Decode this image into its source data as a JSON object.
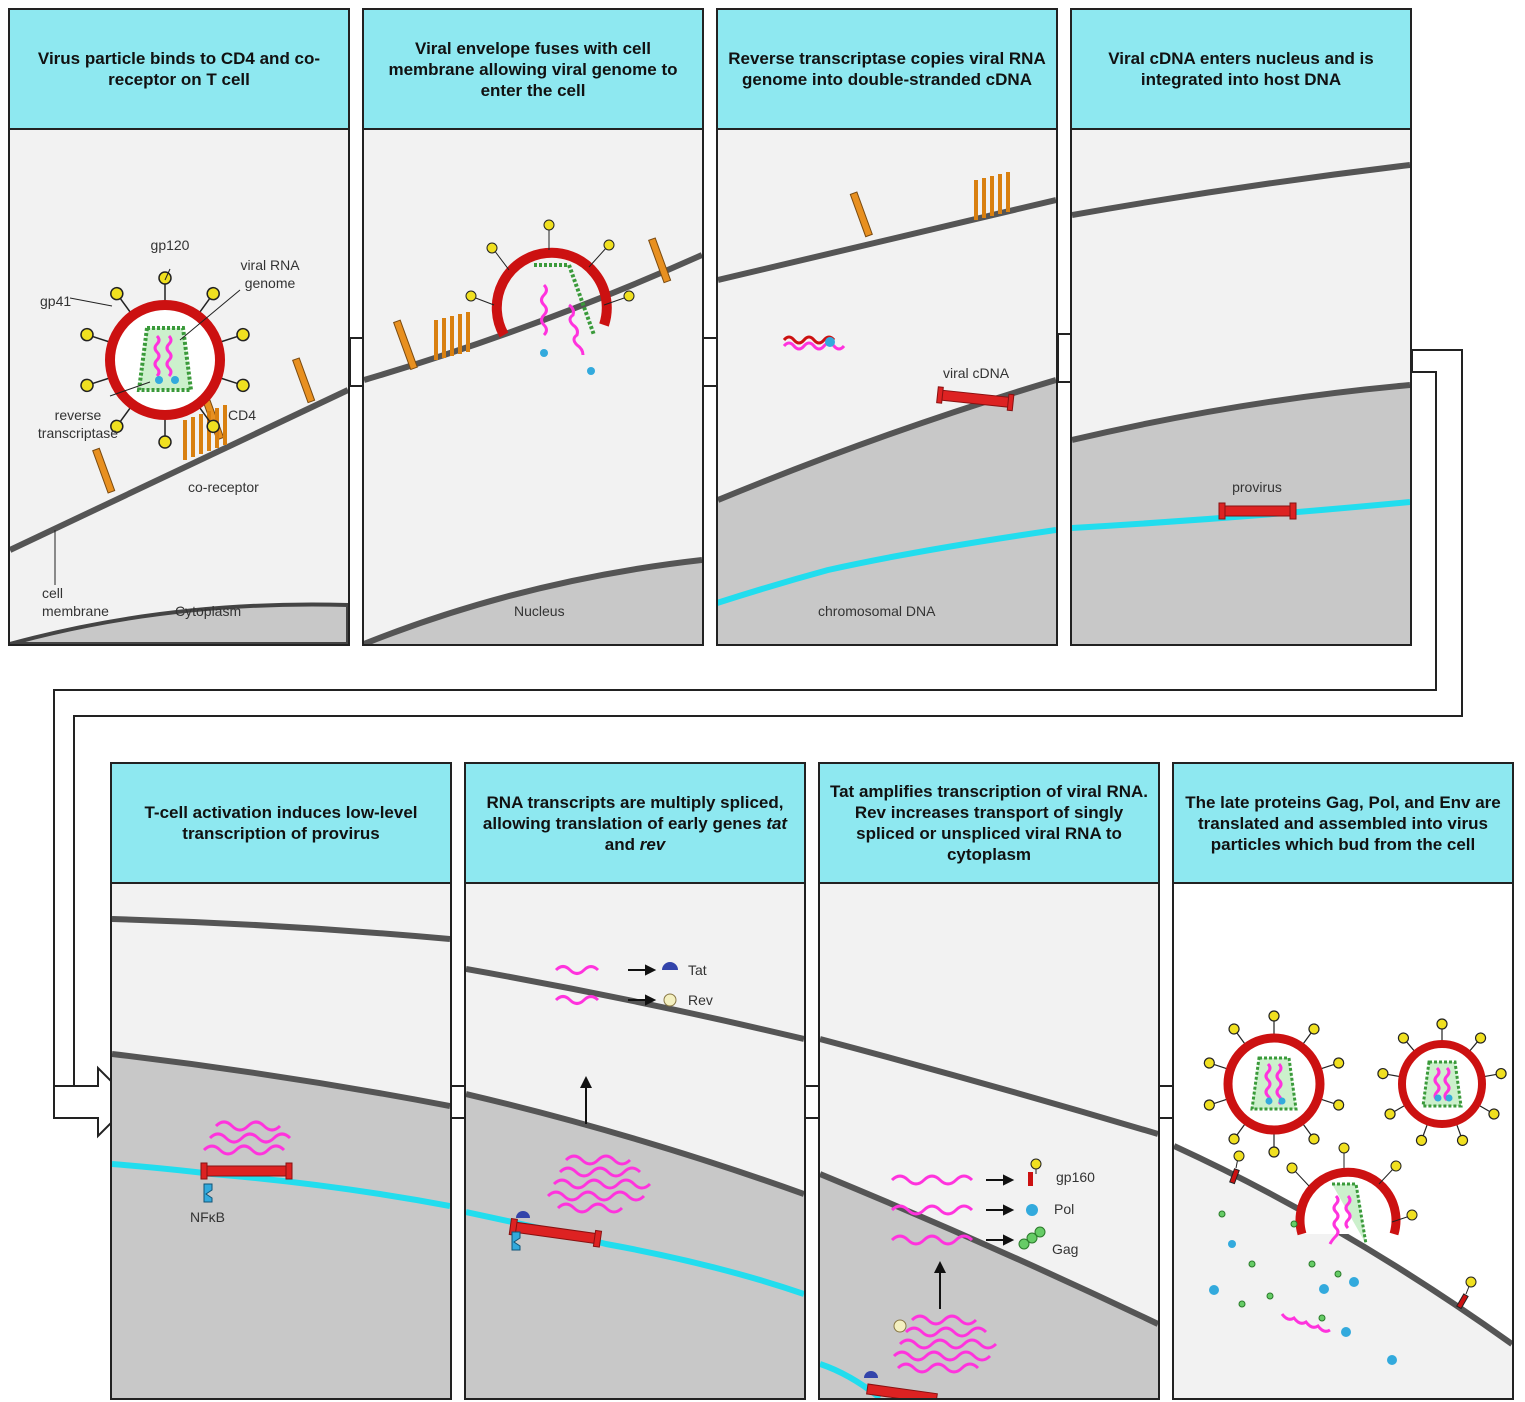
{
  "steps": [
    {
      "caption": "Virus particle binds to CD4 and co-receptor on T cell"
    },
    {
      "caption": "Viral envelope fuses with cell membrane allowing viral genome to enter the cell"
    },
    {
      "caption": "Reverse transcriptase copies viral RNA genome into double-stranded cDNA"
    },
    {
      "caption": "Viral cDNA enters nucleus and is integrated into host DNA"
    },
    {
      "caption": "T-cell activation induces low-level transcription of provirus"
    },
    {
      "caption_before": "RNA transcripts are multiply spliced, allowing translation of early genes ",
      "caption_tat": "tat",
      "caption_and": " and ",
      "caption_rev": "rev"
    },
    {
      "caption": "Tat amplifies transcription of viral RNA. Rev increases transport of singly spliced or unspliced viral RNA to cytoplasm"
    },
    {
      "caption": "The late proteins Gag, Pol, and Env are translated and assembled into virus particles which bud from the cell"
    }
  ],
  "labels": {
    "gp120": "gp120",
    "viral_rna_1": "viral RNA",
    "viral_rna_2": "genome",
    "gp41": "gp41",
    "rt_1": "reverse",
    "rt_2": "transcriptase",
    "cd4": "CD4",
    "coreceptor": "co-receptor",
    "membrane_1": "cell",
    "membrane_2": "membrane",
    "cytoplasm": "Cytoplasm",
    "nucleus": "Nucleus",
    "viral_cdna": "viral cDNA",
    "chromosomal_dna": "chromosomal DNA",
    "provirus": "provirus",
    "nfkb": "NFκB",
    "tat": "Tat",
    "rev": "Rev",
    "gp160": "gp160",
    "pol": "Pol",
    "gag": "Gag"
  },
  "colors": {
    "header": "#8ee8f0",
    "envelope": "#cc1111",
    "spike": "#f0e020",
    "rna": "#ff33dd",
    "capsid": "#66cc66",
    "dna": "#22ddee",
    "receptor": "#e89020",
    "nucleus": "#c8c8c8",
    "cytoplasm": "#f2f2f2",
    "reverse_transcriptase": "#33aadd",
    "tat": "#3344aa",
    "rev": "#f4f0c0"
  }
}
